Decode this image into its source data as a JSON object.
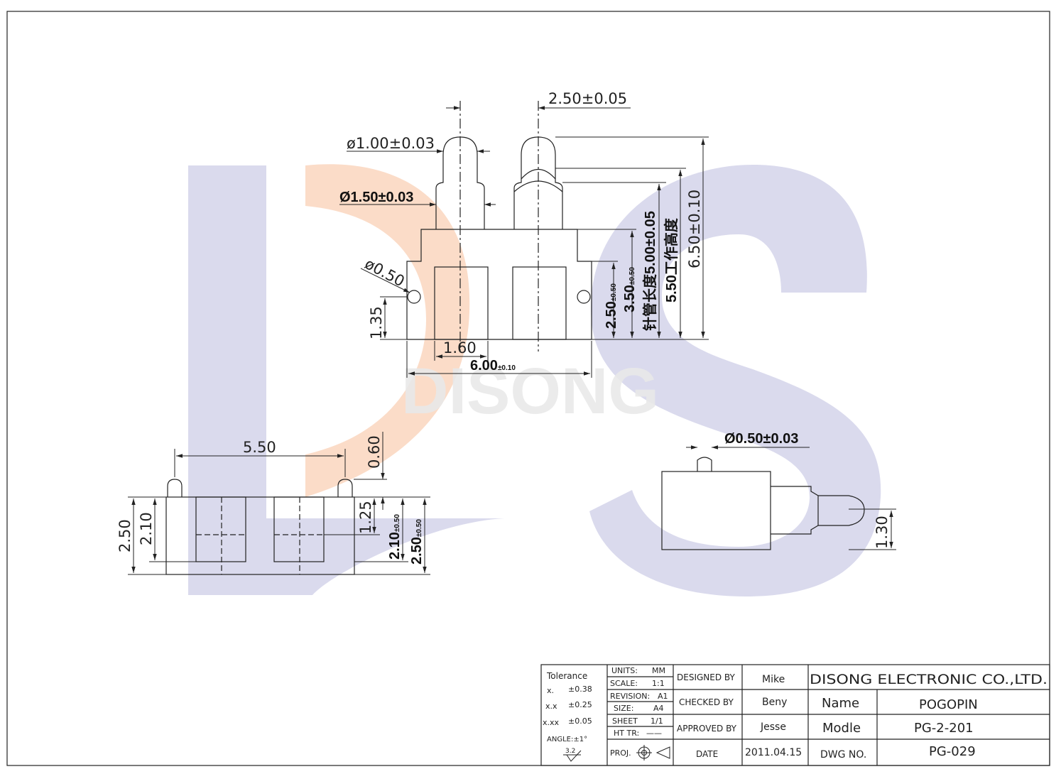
{
  "watermark": {
    "letters": "DS",
    "text": "DISONG",
    "colors": {
      "blue": "#dadaed",
      "orange": "#fbdcc8",
      "grey": "#e9e9e9"
    }
  },
  "front_view": {
    "pitch": "2.50±0.05",
    "tip_diameter": "ø1.00±0.03",
    "barrel_diameter": "Ø1.50±0.03",
    "hole_diameter": "ø0.50",
    "hole_height": "1.35",
    "pin_width": "1.60",
    "body_width_main": "6.00",
    "body_width_tol": "±0.10",
    "h_250_main": "2.50",
    "h_250_tol": "±0.50",
    "h_350_main": "3.50",
    "h_350_tol": "±0.50",
    "tube_length": "针管长度5.00±0.05",
    "working_height": "5.50工作高度",
    "total_height_main": "6.50",
    "total_height_tol": "±0.10"
  },
  "bottom_view": {
    "peg_spacing": "5.50",
    "peg_height": "0.60",
    "overall_height": "2.50",
    "body_height": "2.10",
    "slot_height": "1.25",
    "h_210_main": "2.10",
    "h_210_tol": "±0.50",
    "h_250_main": "2.50",
    "h_250_tol": "±0.50"
  },
  "side_view": {
    "peg_diameter": "Ø0.50±0.03",
    "tip_height": "1.30"
  },
  "title_block": {
    "tolerance_title": "Tolerance",
    "tol_rows": [
      {
        "label": "x.",
        "value": "±0.38"
      },
      {
        "label": "x.x",
        "value": "±0.25"
      },
      {
        "label": "x.xx",
        "value": "±0.05"
      }
    ],
    "angle": "ANGLE:±1°",
    "roughness": "3.2",
    "units_label": "UNITS:",
    "units_value": "MM",
    "scale_label": "SCALE:",
    "scale_value": "1:1",
    "revision_label": "REVISION:",
    "revision_value": "A1",
    "size_label": "SIZE:",
    "size_value": "A4",
    "sheet_label": "SHEET",
    "sheet_value": "1/1",
    "httr_label": "HT TR:",
    "httr_value": "——",
    "proj_label": "PROJ.",
    "designed_by_label": "DESIGNED BY",
    "designed_by": "Mike",
    "checked_by_label": "CHECKED BY",
    "checked_by": "Beny",
    "approved_by_label": "APPROVED BY",
    "approved_by": "Jesse",
    "date_label": "DATE",
    "date": "2011.04.15",
    "company": "DISONG ELECTRONIC CO.,LTD.",
    "name_label": "Name",
    "name": "POGOPIN",
    "model_label": "Modle",
    "model": "PG-2-201",
    "dwg_label": "DWG NO.",
    "dwg_no": "PG-029"
  }
}
